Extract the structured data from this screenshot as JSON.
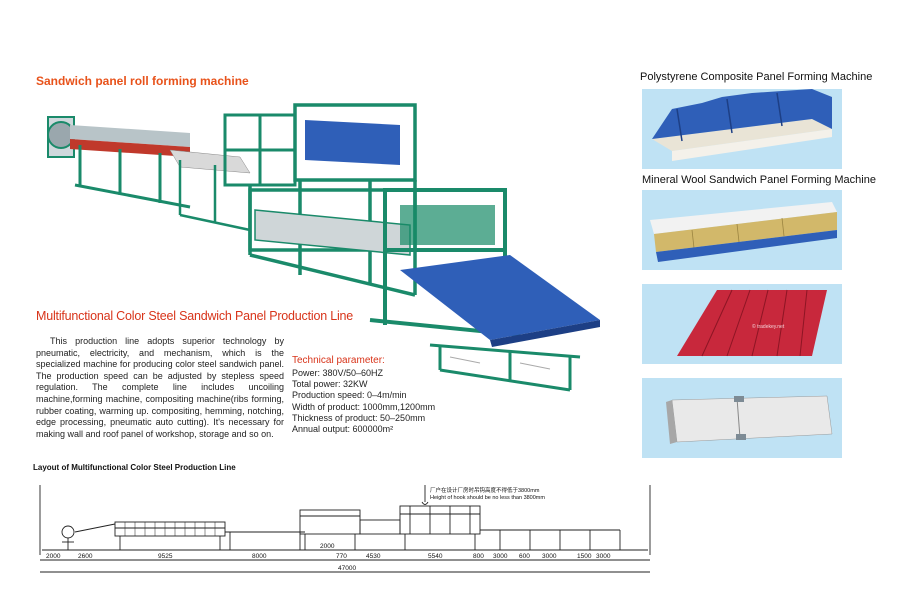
{
  "header": {
    "main_title": "Sandwich panel roll forming machine",
    "section_title": "Multifunctional Color Steel Sandwich Panel Production Line"
  },
  "description": "This production line adopts superior technology by pneumatic, electricity, and mechanism, which is the specialized machine for producing color steel sandwich panel. The production speed can be adjusted by stepless speed regulation. The complete line includes uncoiling machine,forming machine, compositing machine(ribs forming, rubber coating, warming up. compositing, hemming, notching, edge processing, pneumatic auto cutting). It's necessary for making wall and roof panel of workshop, storage and so on.",
  "technical": {
    "title": "Technical parameter:",
    "lines": [
      "Power: 380V/50–60HZ",
      "Total power: 32KW",
      "Production speed: 0–4m/min",
      "Width of product: 1000mm,1200mm",
      "Thickness of product: 50–250mm",
      "Annual output: 600000m²"
    ]
  },
  "right_column": {
    "title_1": "Polystyrene Composite Panel Forming Machine",
    "title_2": "Mineral Wool Sandwich Panel Forming Machine",
    "watermark": "© tradekey.net"
  },
  "layout": {
    "title": "Layout of Multifunctional Color Steel Production Line",
    "note_cn": "厂户在设计厂房时吊钩高度不得低于3800mm",
    "note_en": "Height of hook should be no less than 3800mm",
    "dims_top": [
      "2000",
      "2600",
      "9525",
      "8000",
      "2000",
      "770",
      "4530",
      "5540",
      "800",
      "3000",
      "600",
      "3000",
      "1500",
      "3000"
    ],
    "total": "47000"
  },
  "colors": {
    "frame_green": "#1a8a6a",
    "panel_blue": "#2f5fb8",
    "panel_red": "#c8283c",
    "orange_title": "#e8521a",
    "red_title": "#d8341a"
  }
}
